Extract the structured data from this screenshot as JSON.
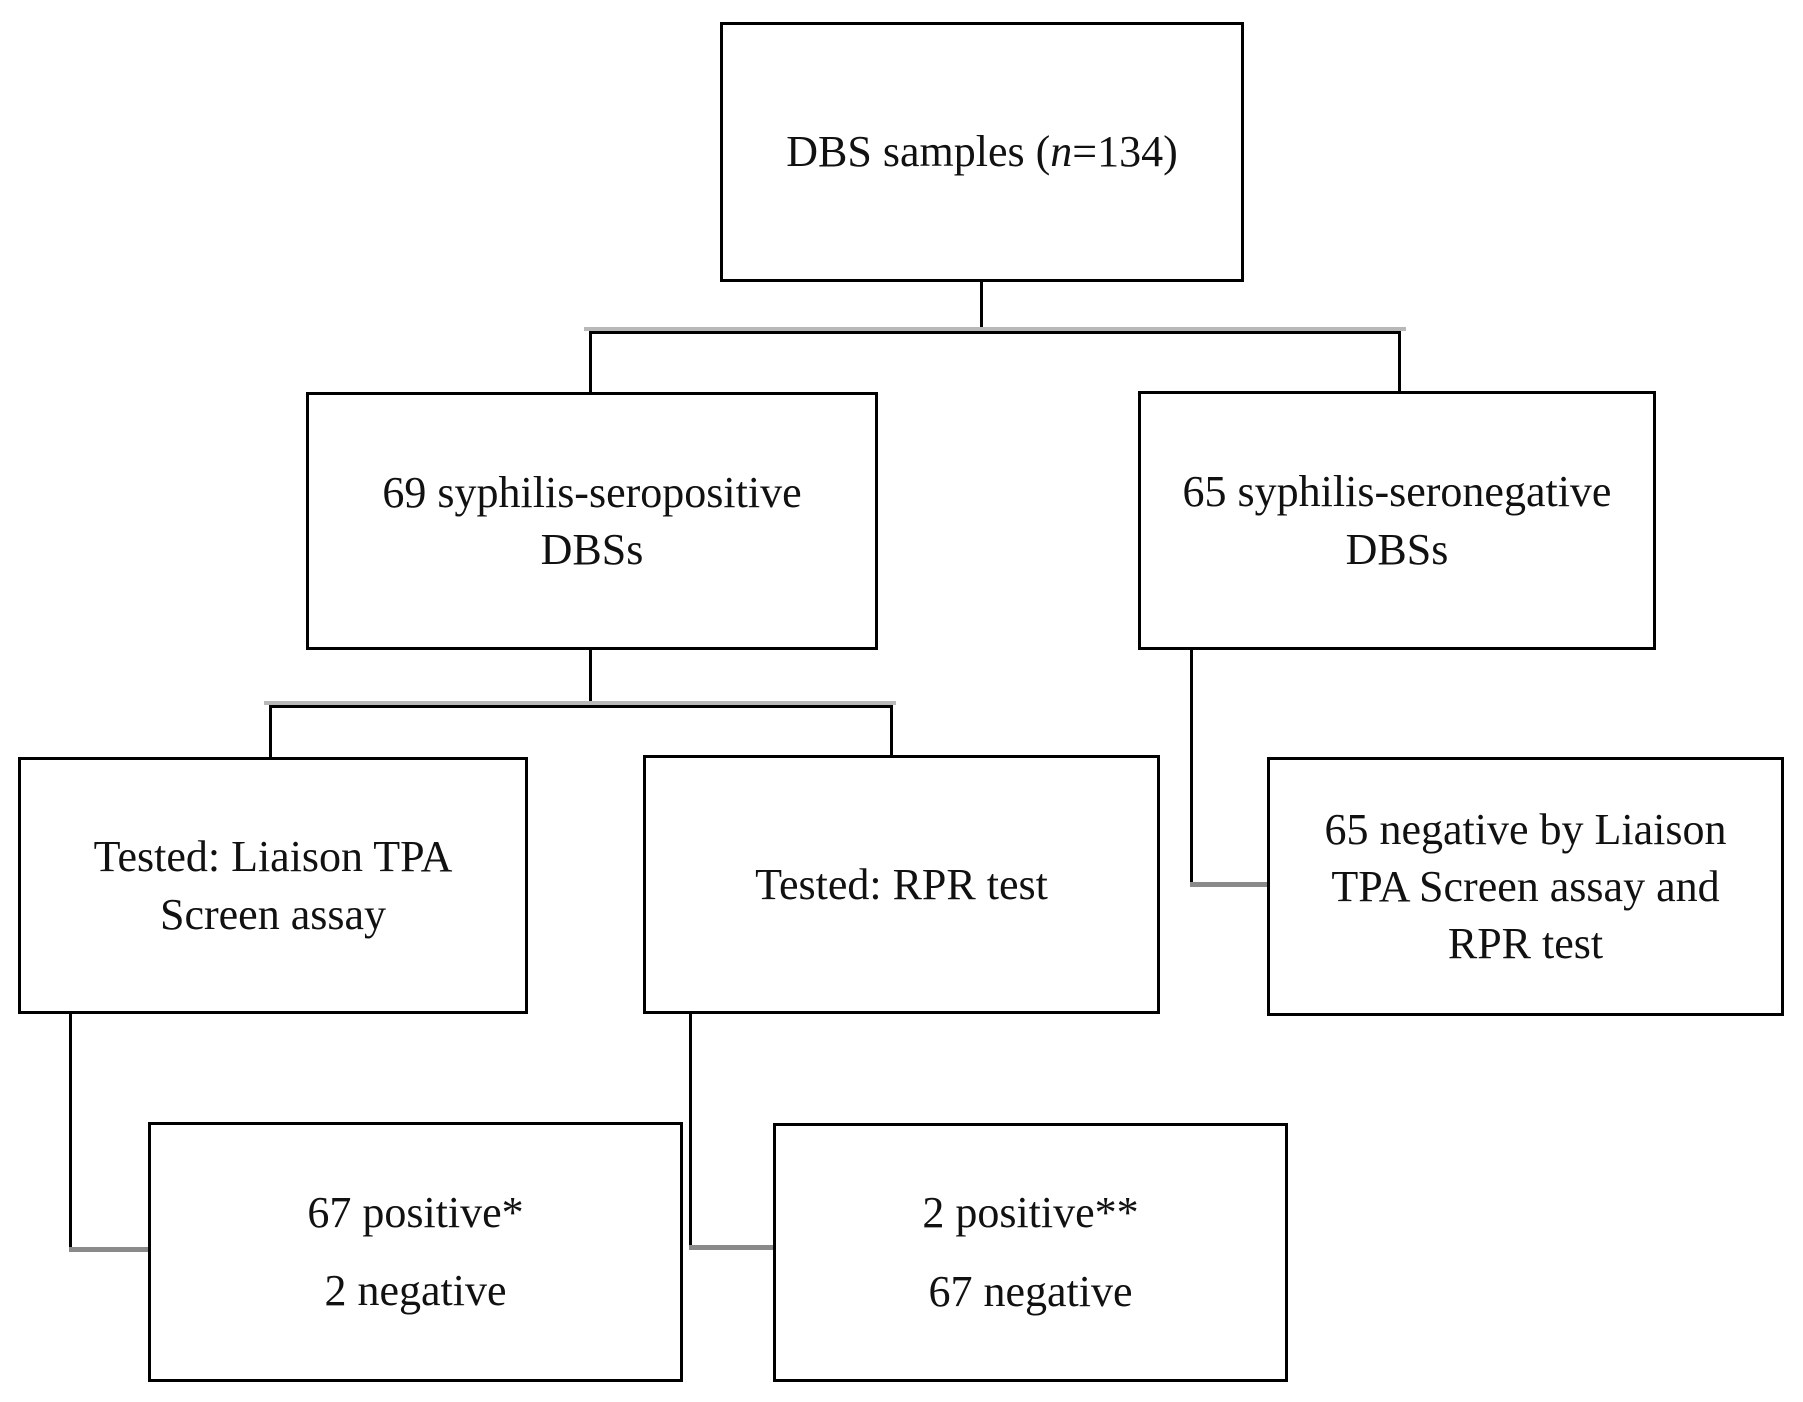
{
  "figure": {
    "background_color": "#ffffff",
    "box_border_color": "#000000",
    "text_color": "#111111",
    "connector_color": "#000000",
    "connector_shadow_color": "#b8b8b8",
    "connector_stub_color": "#8a8a8a",
    "nodes": {
      "root": {
        "text_prefix": "DBS samples (",
        "text_italic": "n",
        "text_suffix": "=134)"
      },
      "seropositive": {
        "lines": [
          "69 syphilis-seropositive",
          "DBSs"
        ]
      },
      "seronegative": {
        "lines": [
          "65 syphilis-seronegative",
          "DBSs"
        ]
      },
      "tested_tpa": {
        "lines": [
          "Tested: Liaison TPA",
          "Screen assay"
        ]
      },
      "tested_rpr": {
        "lines": [
          "Tested: RPR test"
        ]
      },
      "negative_both": {
        "lines": [
          "65 negative by Liaison",
          "TPA Screen assay and",
          "RPR test"
        ]
      },
      "tpa_results": {
        "lines": [
          "67 positive*",
          "2 negative"
        ]
      },
      "rpr_results": {
        "lines": [
          "2 positive**",
          "67 negative"
        ]
      }
    }
  }
}
